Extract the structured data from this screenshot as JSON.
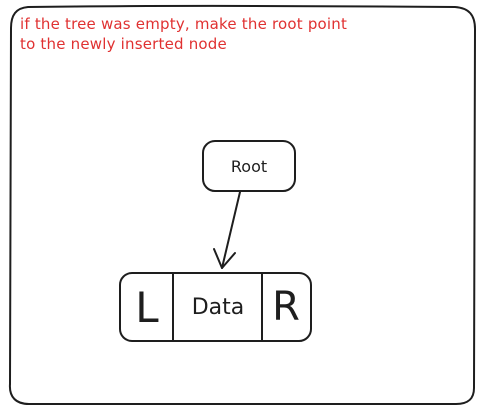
{
  "annotation": {
    "line1": "if the tree was empty, make the root point",
    "line2": "to the newly inserted node"
  },
  "root_node": {
    "label": "Root"
  },
  "node": {
    "left_label": "L",
    "data_label": "Data",
    "right_label": "R"
  },
  "colors": {
    "annotation": "#e03131",
    "stroke": "#1e1e1e",
    "background": "#ffffff"
  }
}
